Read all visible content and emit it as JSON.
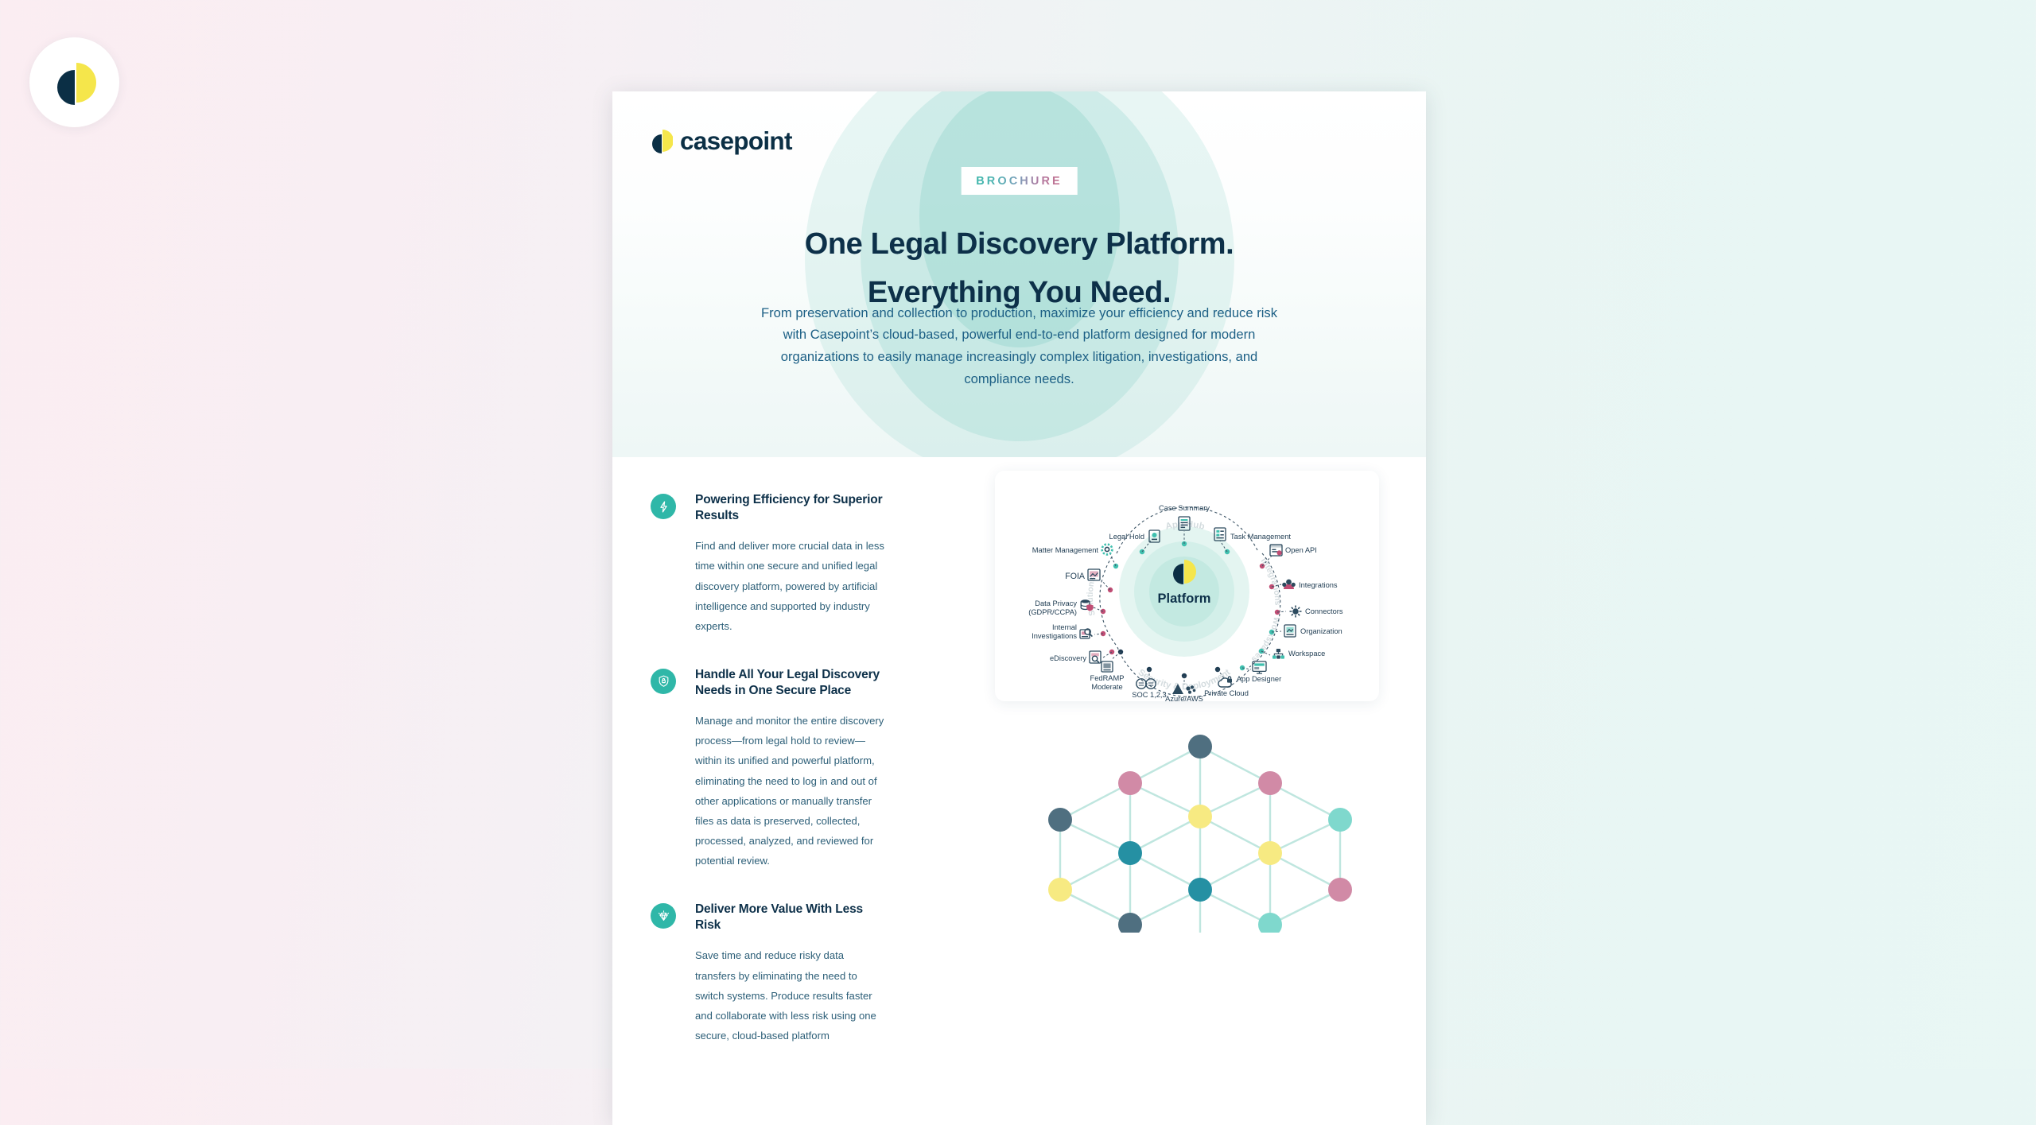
{
  "brand": {
    "name": "casepoint",
    "logo_icon": "casepoint-logo-mark",
    "colors": {
      "navy": "#0d3049",
      "yellow": "#f5e64b",
      "teal": "#2fb7a8",
      "pink": "#c4728f"
    }
  },
  "hero": {
    "eyebrow": "BROCHURE",
    "title_line1": "One Legal Discovery Platform.",
    "title_line2": "Everything You Need.",
    "subtitle": "From preservation and collection to production, maximize your efficiency and reduce risk with Casepoint’s cloud-based, powerful end-to-end platform designed for modern organizations to easily manage increasingly complex litigation, investigations, and compliance needs."
  },
  "features": [
    {
      "icon": "lightning-bolt-icon",
      "title": "Powering Efficiency for Superior Results",
      "text": "Find and deliver more crucial data in less time within one secure and unified legal discovery platform, powered by artificial intelligence and supported by industry experts."
    },
    {
      "icon": "shield-lock-icon",
      "title": "Handle All Your Legal Discovery Needs in One Secure Place",
      "text": "Manage and monitor the entire discovery process—from legal hold to review—within its unified and powerful platform, eliminating the need to log in and out of other applications or manually transfer files as data is preserved, collected, processed, analyzed, and reviewed for potential review."
    },
    {
      "icon": "diamond-gem-icon",
      "title": "Deliver More Value With Less Risk",
      "text": "Save time and reduce risky data transfers by eliminating the need to switch systems. Produce results faster and collaborate with less risk using one secure, cloud-based platform"
    }
  ],
  "diagram": {
    "center_label": "Platform",
    "center_icon": "casepoint-logo-mark",
    "arcs": [
      {
        "label": "App Hub",
        "position": "top"
      },
      {
        "label": "Integrations",
        "position": "right-top"
      },
      {
        "label": "Workspaces",
        "position": "right-bottom"
      },
      {
        "label": "Security & Deployment",
        "position": "bottom"
      },
      {
        "label": "Solutions",
        "position": "left"
      }
    ],
    "nodes": [
      {
        "label": "Case Summary",
        "group": "App Hub",
        "icon": "document-list-icon",
        "dot": "#3fbfae"
      },
      {
        "label": "Legal Hold",
        "group": "App Hub",
        "icon": "legal-hold-icon",
        "dot": "#3fbfae"
      },
      {
        "label": "Task Management",
        "group": "App Hub",
        "icon": "task-checklist-icon",
        "dot": "#3fbfae"
      },
      {
        "label": "Matter Management",
        "group": "App Hub",
        "icon": "gear-icon",
        "dot": "#3fbfae"
      },
      {
        "label": "Open API",
        "group": "Integrations",
        "icon": "api-window-icon",
        "dot": "#c04d74"
      },
      {
        "label": "Integrations",
        "group": "Integrations",
        "icon": "integrations-people-icon",
        "dot": "#c04d74"
      },
      {
        "label": "Connectors",
        "group": "Integrations",
        "icon": "connector-hub-icon",
        "dot": "#c04d74"
      },
      {
        "label": "Organization",
        "group": "Workspaces",
        "icon": "organization-box-icon",
        "dot": "#3fbfae"
      },
      {
        "label": "Workspace",
        "group": "Workspaces",
        "icon": "workspace-tree-icon",
        "dot": "#3fbfae"
      },
      {
        "label": "App Designer",
        "group": "Workspaces",
        "icon": "app-designer-monitor-icon",
        "dot": "#3fbfae"
      },
      {
        "label": "FedRAMP Moderate",
        "group": "Security & Deployment",
        "icon": "fedramp-badge-icon",
        "dot": "#1f3c52"
      },
      {
        "label": "SOC 1,2,3",
        "group": "Security & Deployment",
        "icon": "soc-seal-icon",
        "dot": "#1f3c52"
      },
      {
        "label": "Azure/AWS",
        "group": "Security & Deployment",
        "icon": "azure-aws-icon",
        "dot": "#1f3c52"
      },
      {
        "label": "Private Cloud",
        "group": "Security & Deployment",
        "icon": "cloud-lock-icon",
        "dot": "#1f3c52"
      },
      {
        "label": "FOIA",
        "group": "Solutions",
        "icon": "foia-document-icon",
        "dot": "#c04d74"
      },
      {
        "label": "Data Privacy (GDPR/CCPA)",
        "group": "Solutions",
        "icon": "data-privacy-shield-icon",
        "dot": "#c04d74"
      },
      {
        "label": "Internal Investigations",
        "group": "Solutions",
        "icon": "investigations-icon",
        "dot": "#c04d74"
      },
      {
        "label": "eDiscovery",
        "group": "Solutions",
        "icon": "ediscovery-icon",
        "dot": "#c04d74"
      }
    ]
  },
  "hexnet": {
    "node_colors": [
      "#4f6f80",
      "#d18aa6",
      "#d18aa6",
      "#f7ea82",
      "#4f6f80",
      "#2590a3",
      "#7fd8cd",
      "#f7ea82"
    ],
    "link_color": "#bfe6df"
  }
}
